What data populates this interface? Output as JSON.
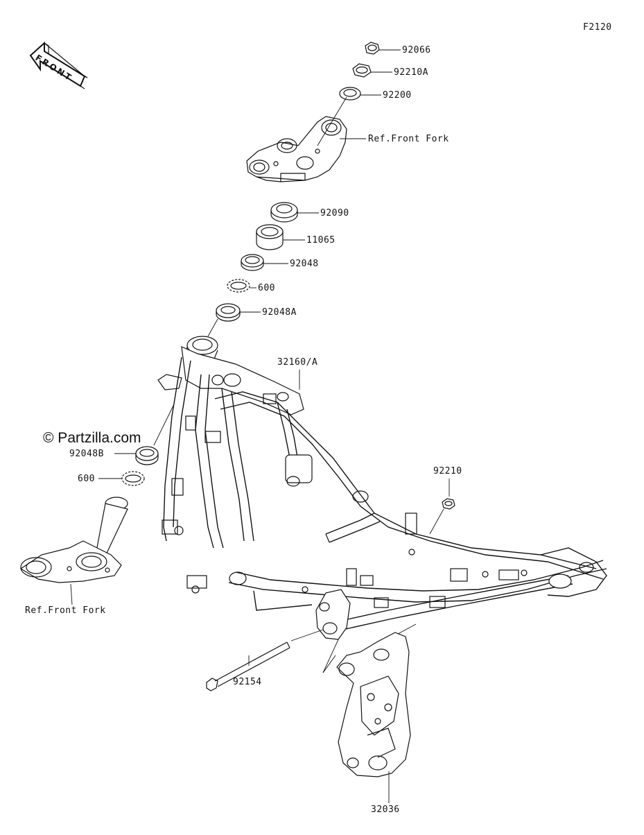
{
  "diagram_code": "F2120",
  "front_badge": "FRONT",
  "watermark": "© Partzilla.com",
  "labels": {
    "p92066": "92066",
    "p92210A": "92210A",
    "p92200": "92200",
    "ref_front_fork_top": "Ref.Front Fork",
    "p92090": "92090",
    "p11065": "11065",
    "p92048": "92048",
    "p600_top": "600",
    "p92048A": "92048A",
    "p32160A": "32160/A",
    "p92048B": "92048B",
    "p600_left": "600",
    "p92210": "92210",
    "ref_front_fork_bottom": "Ref.Front Fork",
    "p92154": "92154",
    "p32036": "32036"
  }
}
